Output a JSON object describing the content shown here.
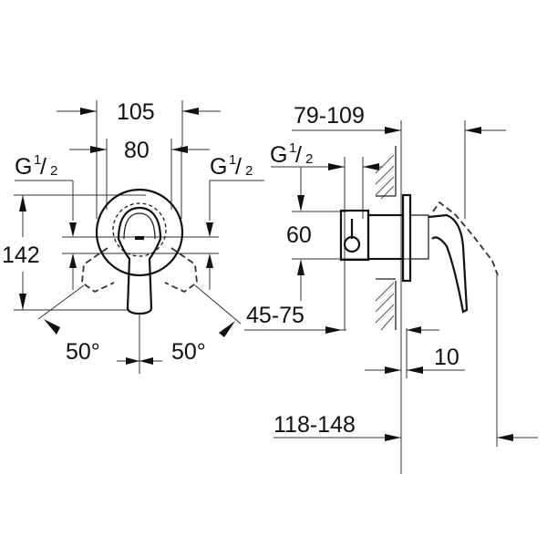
{
  "drawing": {
    "type": "technical-dimension-drawing",
    "subject": "Single-lever concealed shower mixer",
    "front_view": {
      "dimensions": {
        "escutcheon_width": "105",
        "connection_spacing": "80",
        "height": "142",
        "angle_left": "50°",
        "angle_right": "50°"
      },
      "thread_left": {
        "g": "G",
        "num": "1",
        "den": "2"
      },
      "thread_right": {
        "g": "G",
        "num": "1",
        "den": "2"
      }
    },
    "side_view": {
      "dimensions": {
        "wall_to_front": "79-109",
        "connection_height": "60",
        "installation_depth": "45-75",
        "escutcheon_thickness": "10",
        "total_projection": "118-148"
      },
      "thread": {
        "g": "G",
        "num": "1",
        "den": "2"
      }
    }
  }
}
